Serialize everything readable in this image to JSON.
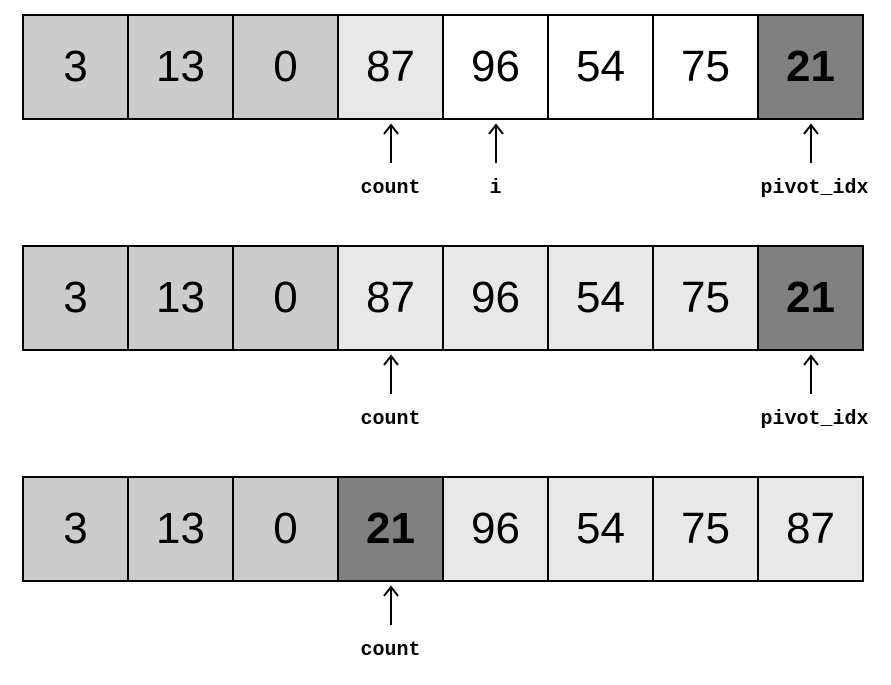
{
  "colors": {
    "dark": "#cccccc",
    "light": "#e8e8e8",
    "white": "#ffffff",
    "pivot": "#808080",
    "border": "#000000"
  },
  "rows": [
    {
      "cells": [
        {
          "value": "3",
          "shade": "dark"
        },
        {
          "value": "13",
          "shade": "dark"
        },
        {
          "value": "0",
          "shade": "dark"
        },
        {
          "value": "87",
          "shade": "light"
        },
        {
          "value": "96",
          "shade": "white"
        },
        {
          "value": "54",
          "shade": "white"
        },
        {
          "value": "75",
          "shade": "white"
        },
        {
          "value": "21",
          "shade": "pivot"
        }
      ],
      "pointers": [
        {
          "label": "count",
          "index": 3
        },
        {
          "label": "i",
          "index": 4
        },
        {
          "label": "pivot_idx",
          "index": 7
        }
      ]
    },
    {
      "cells": [
        {
          "value": "3",
          "shade": "dark"
        },
        {
          "value": "13",
          "shade": "dark"
        },
        {
          "value": "0",
          "shade": "dark"
        },
        {
          "value": "87",
          "shade": "light"
        },
        {
          "value": "96",
          "shade": "light"
        },
        {
          "value": "54",
          "shade": "light"
        },
        {
          "value": "75",
          "shade": "light"
        },
        {
          "value": "21",
          "shade": "pivot"
        }
      ],
      "pointers": [
        {
          "label": "count",
          "index": 3
        },
        {
          "label": "pivot_idx",
          "index": 7
        }
      ]
    },
    {
      "cells": [
        {
          "value": "3",
          "shade": "dark"
        },
        {
          "value": "13",
          "shade": "dark"
        },
        {
          "value": "0",
          "shade": "dark"
        },
        {
          "value": "21",
          "shade": "pivot"
        },
        {
          "value": "96",
          "shade": "light"
        },
        {
          "value": "54",
          "shade": "light"
        },
        {
          "value": "75",
          "shade": "light"
        },
        {
          "value": "87",
          "shade": "light"
        }
      ],
      "pointers": [
        {
          "label": "count",
          "index": 3
        }
      ]
    }
  ]
}
